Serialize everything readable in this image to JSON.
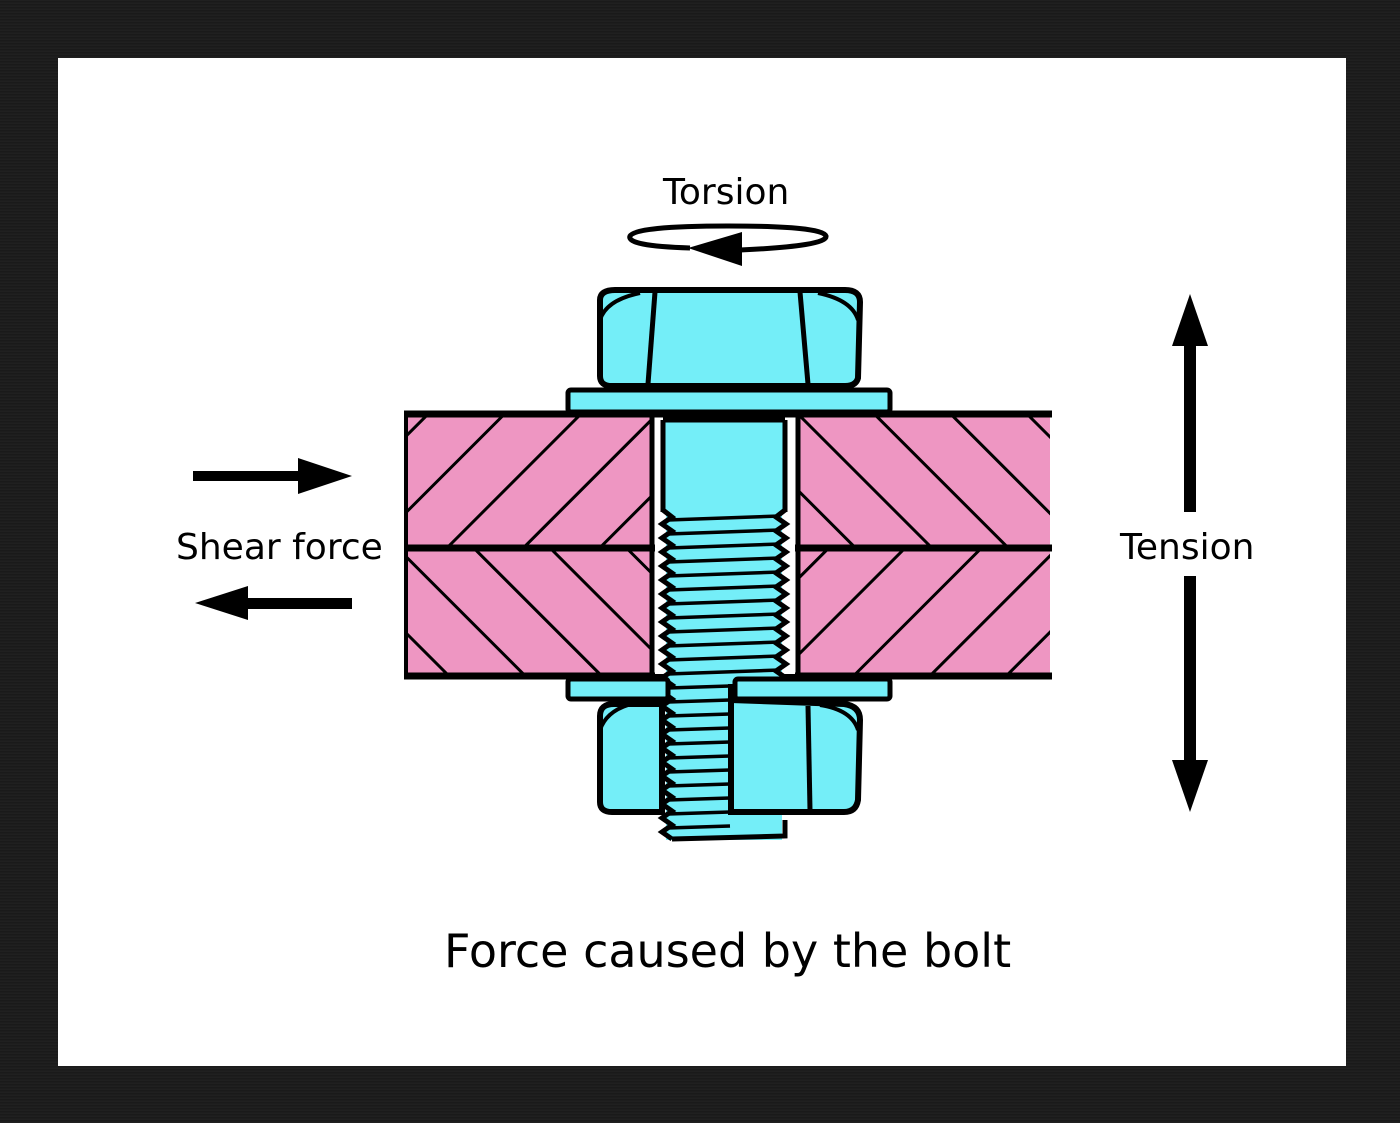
{
  "labels": {
    "torsion": "Torsion",
    "shear": "Shear force",
    "tension": "Tension",
    "caption": "Force caused by the bolt"
  },
  "colors": {
    "frame": "#1c1c1c",
    "background": "#ffffff",
    "plate": "#ee96c2",
    "bolt": "#74eef8",
    "outline": "#000000"
  },
  "icons": [
    "torsion-arrow-icon",
    "shear-arrow-right-icon",
    "shear-arrow-left-icon",
    "tension-arrow-up-icon",
    "tension-arrow-down-icon"
  ]
}
